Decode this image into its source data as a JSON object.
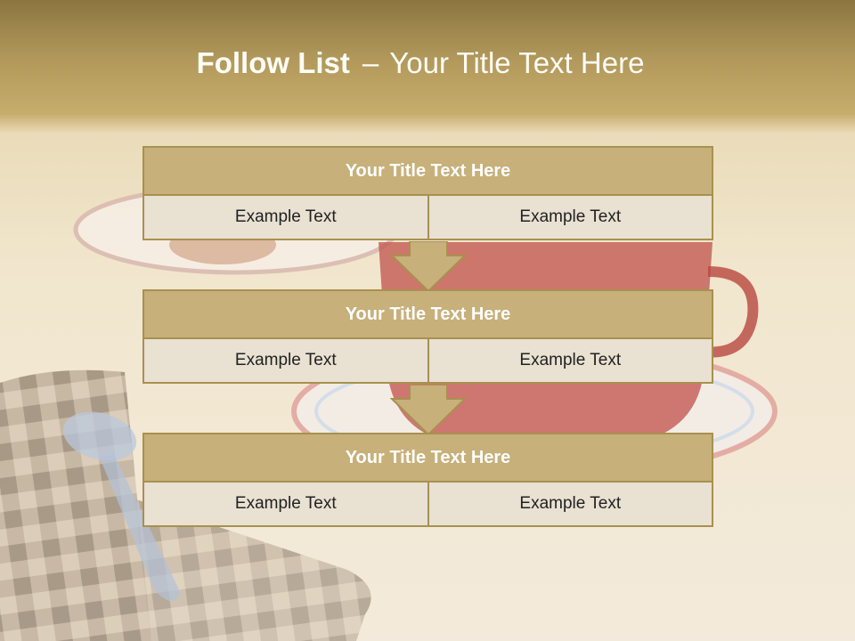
{
  "slide": {
    "title_bold": "Follow List",
    "title_sep": "–",
    "title_rest": "Your Title Text Here"
  },
  "steps": [
    {
      "title": "Your Title Text Here",
      "left": "Example Text",
      "right": "Example Text"
    },
    {
      "title": "Your Title Text Here",
      "left": "Example Text",
      "right": "Example Text"
    },
    {
      "title": "Your Title Text Here",
      "left": "Example Text",
      "right": "Example Text"
    }
  ],
  "colors": {
    "header_fill": "#c7b07a",
    "border": "#a8914f",
    "cell_fill": "#e9e1d2"
  }
}
